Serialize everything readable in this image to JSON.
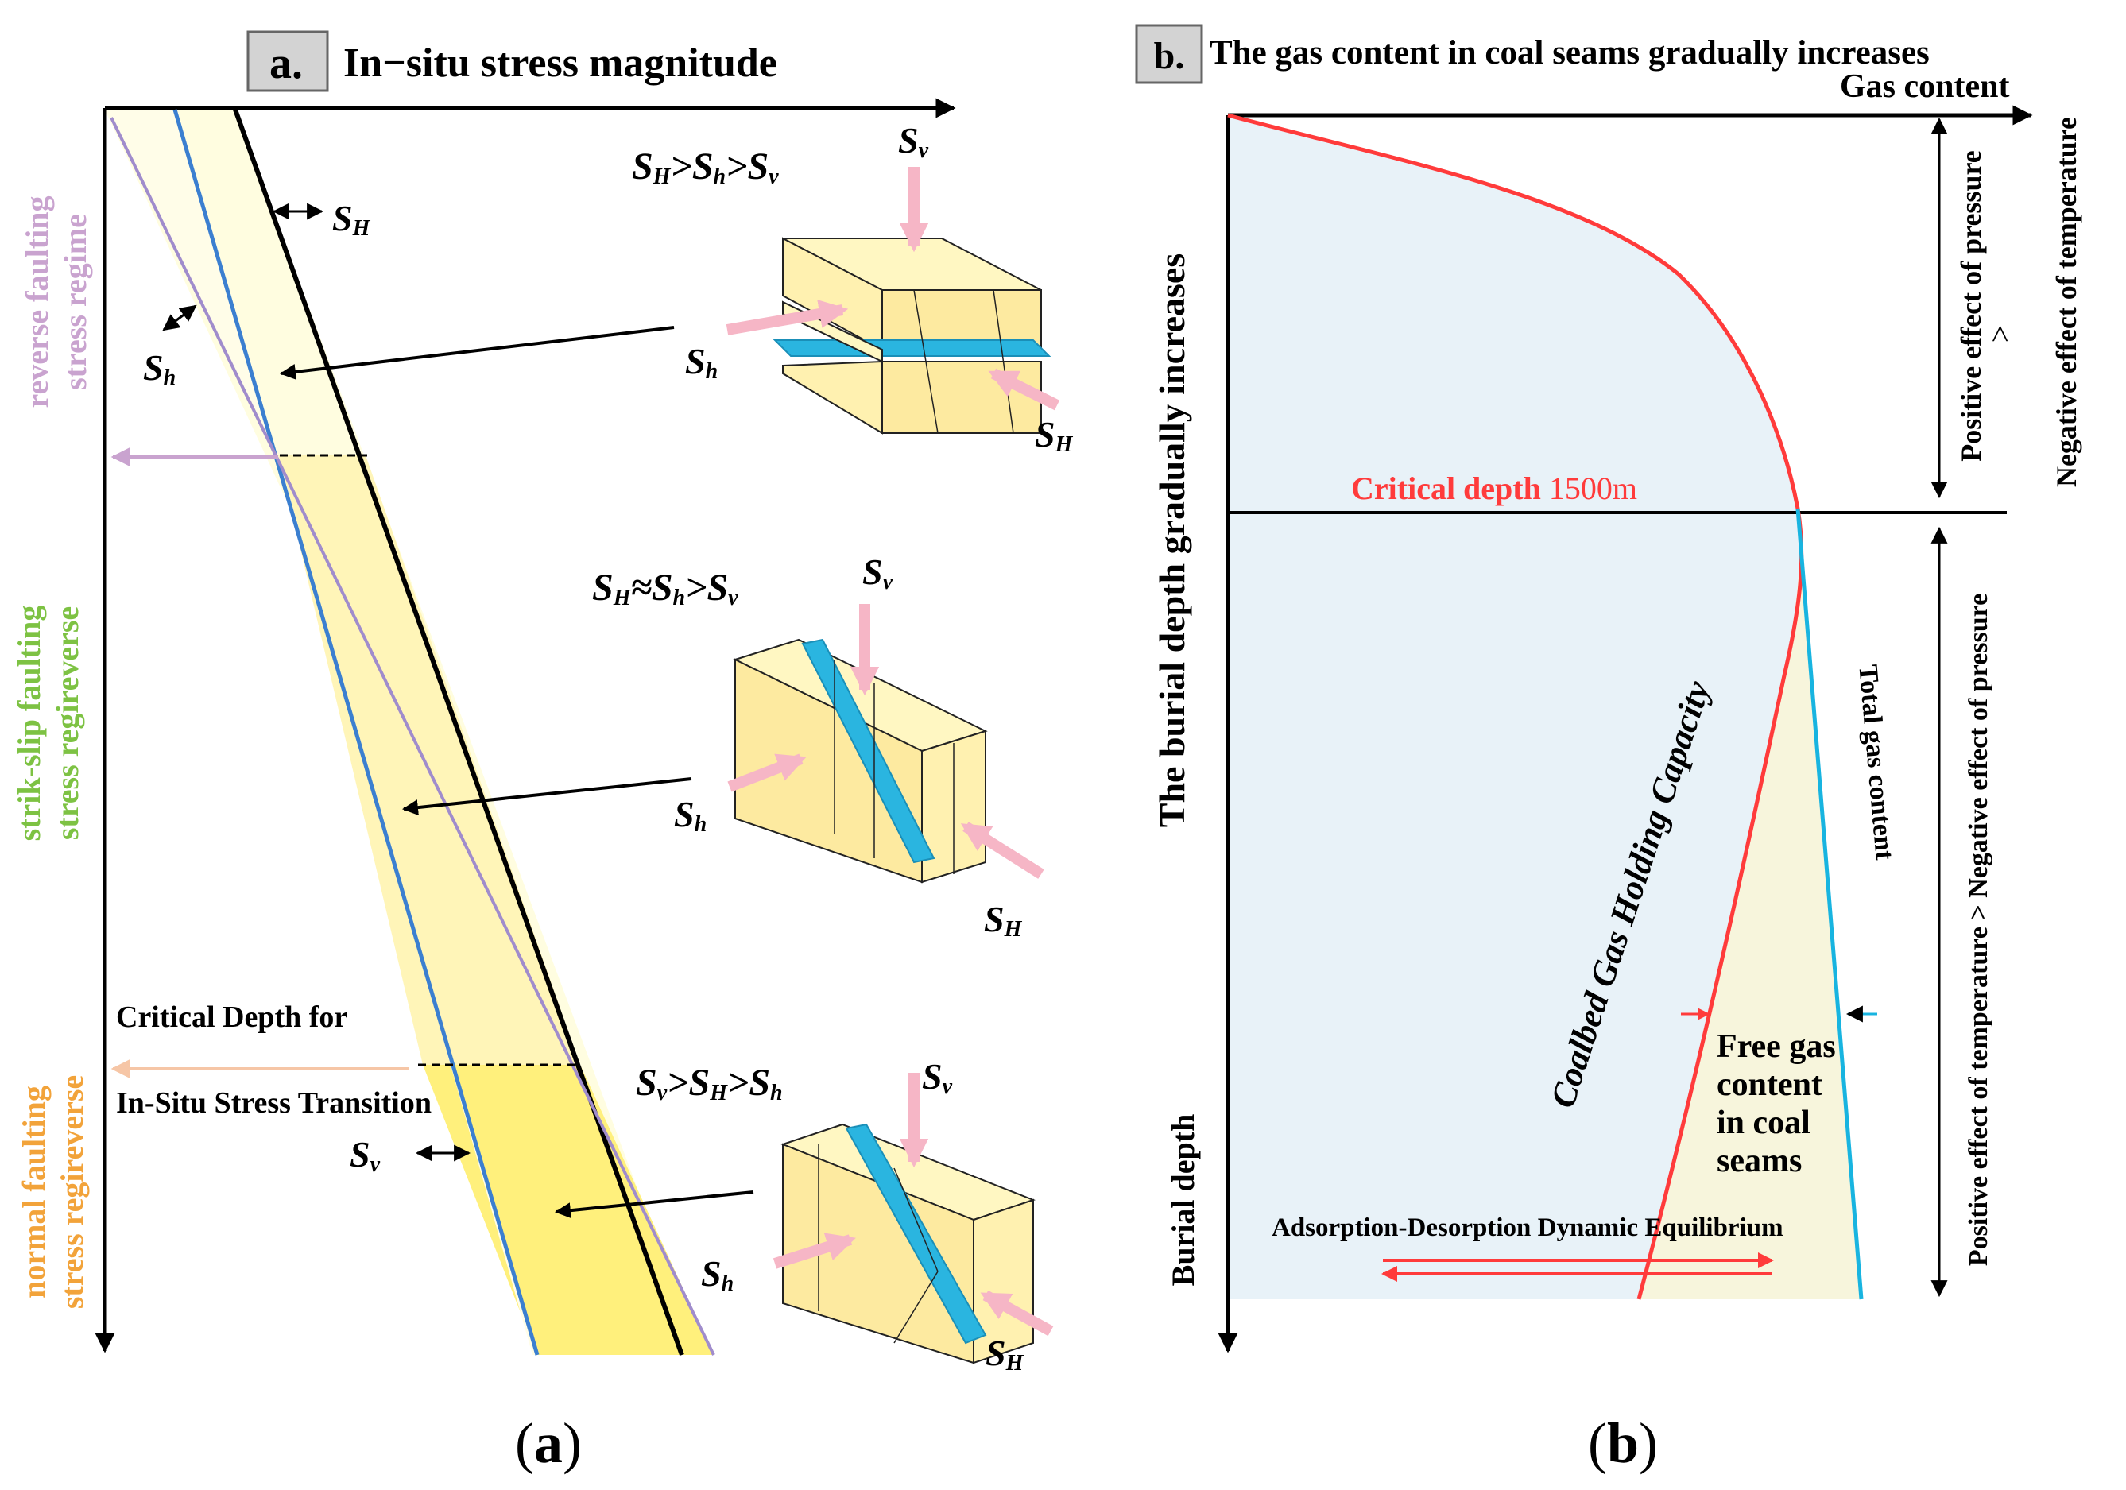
{
  "panel_a": {
    "badge": "a.",
    "title": "In−situ stress magnitude",
    "caption_open": "(",
    "caption_letter": "a",
    "caption_close": ")",
    "regime_labels": {
      "reverse": [
        "reverse faulting",
        "stress regime"
      ],
      "strike_slip": [
        "strik-slip faulting",
        "stress regireverse"
      ],
      "normal": [
        "normal faulting",
        "stress regireverse"
      ]
    },
    "critical_depth_label": [
      "Critical Depth for",
      "In-Situ Stress Transition"
    ],
    "conditions": {
      "reverse": "SH>Sh>Sv",
      "strike_slip": "SH≈Sh>Sv",
      "normal": "Sv>SH>Sh"
    },
    "stress_symbols": {
      "SH": "S",
      "SH_sub": "H",
      "Sh": "S",
      "Sh_sub": "h",
      "Sv": "S",
      "Sv_sub": "v"
    }
  },
  "panel_b": {
    "badge": "b.",
    "title": "The gas content in coal seams gradually increases",
    "x_axis_label": "Gas content",
    "y_axis_label": "The burial depth gradually increases",
    "y_axis_bottom_label": "Burial depth",
    "critical_depth": {
      "prefix": "Critical depth",
      "value": "1500m"
    },
    "curve_label_capacity": "Coalbed Gas Holding Capacity",
    "curve_label_total": "Total gas content",
    "free_gas_label": [
      "Free gas",
      "content",
      "in coal",
      "seams"
    ],
    "equilibrium_label": "Adsorption-Desorption Dynamic Equilibrium",
    "upper_effect": "Positive effect of pressure",
    "upper_compare": ">",
    "upper_negative": "Negative effect of temperature",
    "lower_effect": "Positive effect of temperature > Negative effect of pressure",
    "caption_open": "(",
    "caption_letter": "b",
    "caption_close": ")"
  },
  "colors": {
    "reverse_label": "#c9a3cf",
    "strike_label": "#7dc243",
    "normal_label": "#f2a33a",
    "sv_line": "#000000",
    "sh_line": "#3b7fd0",
    "sh_min_line": "#a08ccc",
    "capacity_curve": "#ff3b3b",
    "total_curve": "#18b4e0",
    "fill_blue": "#e8f2f8",
    "fill_yellow": "#f7f5dc"
  }
}
